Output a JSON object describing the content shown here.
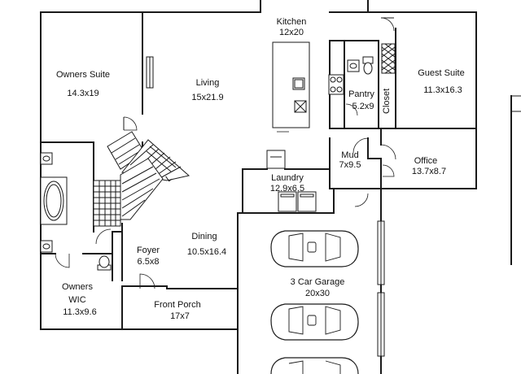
{
  "rooms": [
    {
      "id": "kitchen",
      "name": "Kitchen",
      "size": "12x20"
    },
    {
      "id": "owners-suite",
      "name": "Owners Suite",
      "size": "14.3x19"
    },
    {
      "id": "living",
      "name": "Living",
      "size": "15x21.9"
    },
    {
      "id": "pantry",
      "name": "Pantry",
      "size": "5.2x9"
    },
    {
      "id": "closet",
      "name": "Closet"
    },
    {
      "id": "guest-suite",
      "name": "Guest Suite",
      "size": "11.3x16.3"
    },
    {
      "id": "mud",
      "name": "Mud",
      "size": "7x9.5"
    },
    {
      "id": "office",
      "name": "Office",
      "size": "13.7x8.7"
    },
    {
      "id": "laundry",
      "name": "Laundry",
      "size": "12.9x6.5"
    },
    {
      "id": "dining",
      "name": "Dining",
      "size": "10.5x16.4"
    },
    {
      "id": "foyer",
      "name": "Foyer",
      "size": "6.5x8"
    },
    {
      "id": "garage",
      "name": "3 Car Garage",
      "size": "20x30"
    },
    {
      "id": "owners-wic",
      "name": "Owners WIC",
      "size": "11.3x9.6"
    },
    {
      "id": "front-porch",
      "name": "Front Porch",
      "size": "17x7"
    }
  ],
  "fixtures": {
    "cars": 3,
    "stair_marker": "L"
  }
}
